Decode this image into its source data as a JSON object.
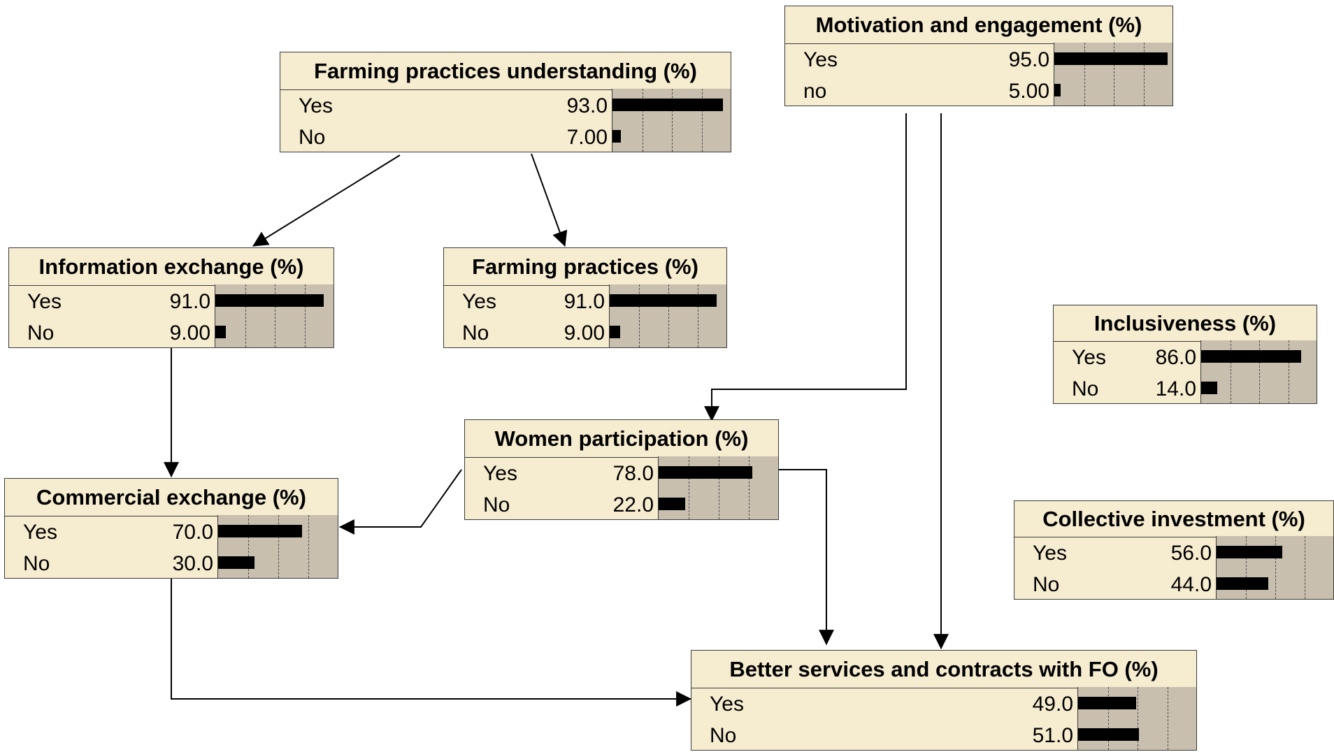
{
  "nodes": [
    {
      "id": "farming-practices-understanding",
      "title": "Farming practices understanding (%)",
      "states": [
        {
          "label": "Yes",
          "value": "93.0",
          "p": 93.0
        },
        {
          "label": "No",
          "value": "7.00",
          "p": 7.0
        }
      ]
    },
    {
      "id": "motivation-and-engagement",
      "title": "Motivation and engagement (%)",
      "states": [
        {
          "label": "Yes",
          "value": "95.0",
          "p": 95.0
        },
        {
          "label": "no",
          "value": "5.00",
          "p": 5.0
        }
      ]
    },
    {
      "id": "information-exchange",
      "title": "Information exchange (%)",
      "states": [
        {
          "label": "Yes",
          "value": "91.0",
          "p": 91.0
        },
        {
          "label": "No",
          "value": "9.00",
          "p": 9.0
        }
      ]
    },
    {
      "id": "farming-practices",
      "title": "Farming practices (%)",
      "states": [
        {
          "label": "Yes",
          "value": "91.0",
          "p": 91.0
        },
        {
          "label": "No",
          "value": "9.00",
          "p": 9.0
        }
      ]
    },
    {
      "id": "inclusiveness",
      "title": "Inclusiveness (%)",
      "states": [
        {
          "label": "Yes",
          "value": "86.0",
          "p": 86.0
        },
        {
          "label": "No",
          "value": "14.0",
          "p": 14.0
        }
      ]
    },
    {
      "id": "women-participation",
      "title": "Women participation (%)",
      "states": [
        {
          "label": "Yes",
          "value": "78.0",
          "p": 78.0
        },
        {
          "label": "No",
          "value": "22.0",
          "p": 22.0
        }
      ]
    },
    {
      "id": "commercial-exchange",
      "title": "Commercial exchange (%)",
      "states": [
        {
          "label": "Yes",
          "value": "70.0",
          "p": 70.0
        },
        {
          "label": "No",
          "value": "30.0",
          "p": 30.0
        }
      ]
    },
    {
      "id": "collective-investment",
      "title": "Collective investment (%)",
      "states": [
        {
          "label": "Yes",
          "value": "56.0",
          "p": 56.0
        },
        {
          "label": "No",
          "value": "44.0",
          "p": 44.0
        }
      ]
    },
    {
      "id": "better-services-and-contracts",
      "title": "Better services and contracts with FO (%)",
      "states": [
        {
          "label": "Yes",
          "value": "49.0",
          "p": 49.0
        },
        {
          "label": "No",
          "value": "51.0",
          "p": 51.0
        }
      ]
    }
  ],
  "edges": [
    {
      "from": "farming-practices-understanding",
      "to": "information-exchange"
    },
    {
      "from": "farming-practices-understanding",
      "to": "farming-practices"
    },
    {
      "from": "motivation-and-engagement",
      "to": "women-participation"
    },
    {
      "from": "motivation-and-engagement",
      "to": "better-services-and-contracts"
    },
    {
      "from": "information-exchange",
      "to": "commercial-exchange"
    },
    {
      "from": "women-participation",
      "to": "commercial-exchange"
    },
    {
      "from": "women-participation",
      "to": "better-services-and-contracts"
    },
    {
      "from": "commercial-exchange",
      "to": "better-services-and-contracts"
    }
  ],
  "colors": {
    "node_fill": "#f6ecd0",
    "chart_fill": "#c8bfae",
    "bar": "#000000",
    "border": "#3a3a3a"
  }
}
